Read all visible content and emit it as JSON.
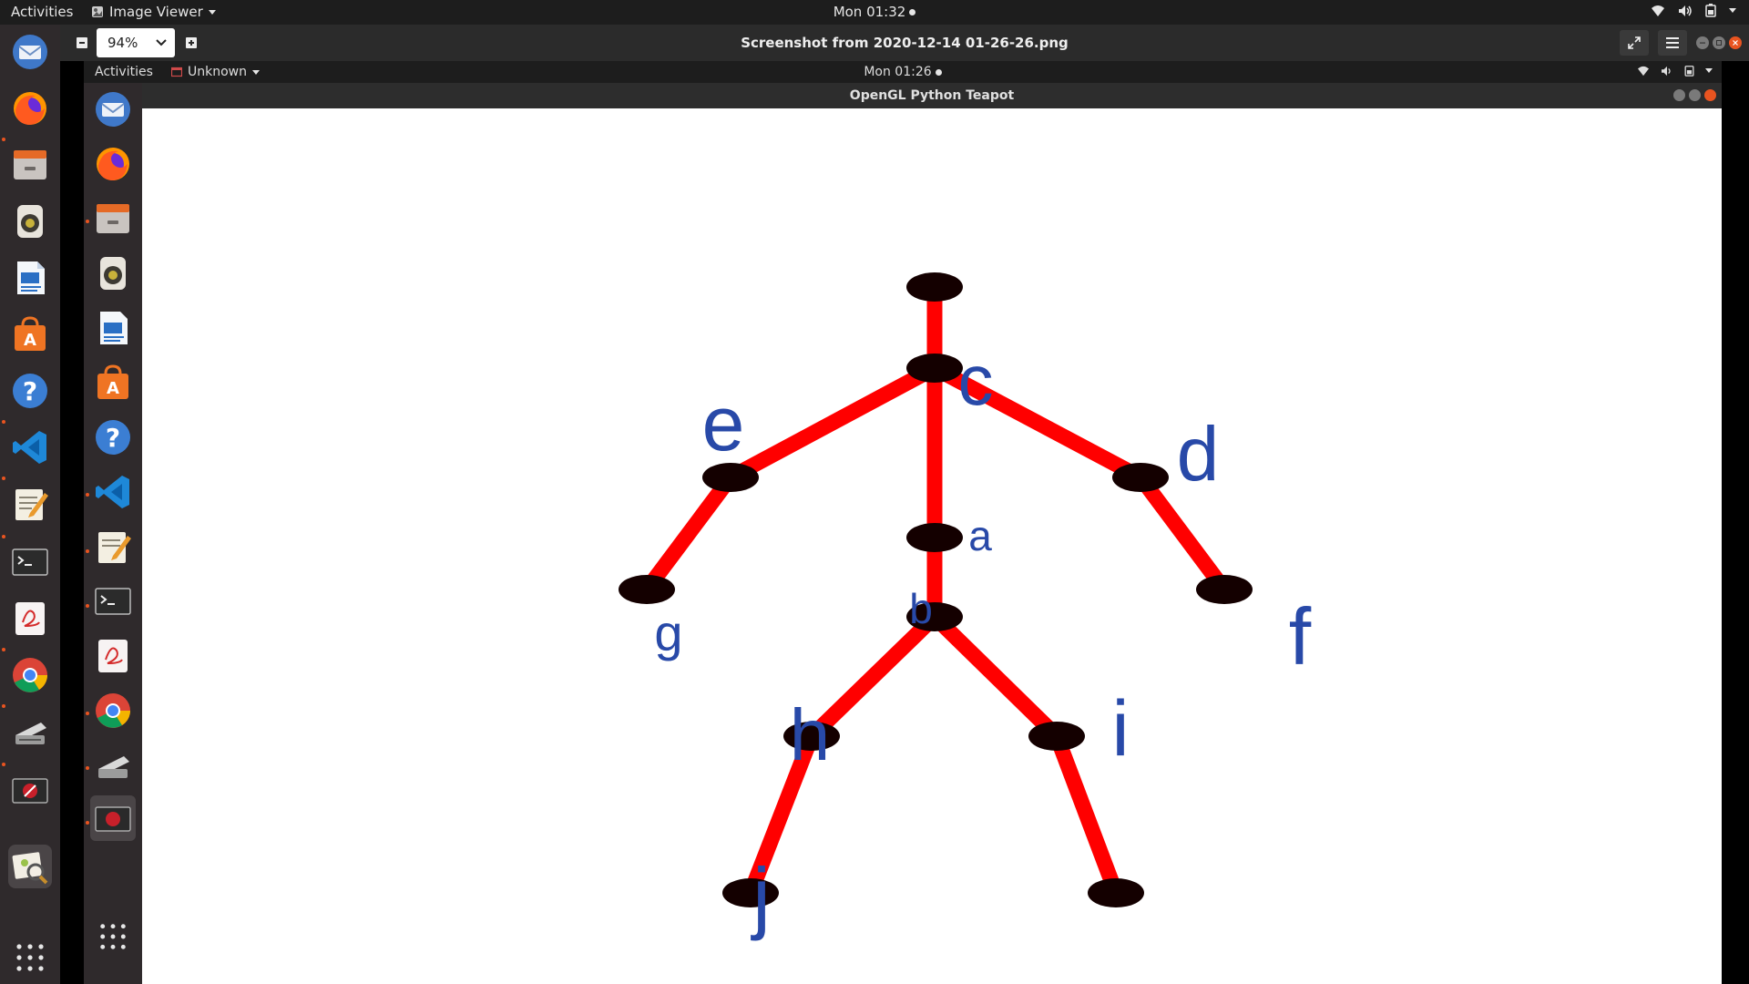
{
  "outer_topbar": {
    "activities": "Activities",
    "app_menu": "Image Viewer",
    "clock": "Mon 01:32"
  },
  "outer_dock": {
    "apps": [
      "thunderbird-icon",
      "firefox-icon",
      "files-icon",
      "rhythmbox-icon",
      "writer-icon",
      "software-icon",
      "help-icon",
      "vscode-icon",
      "text-editor-icon",
      "terminal-icon",
      "pdf-viewer-icon",
      "chrome-icon",
      "scanner-icon",
      "recorder-icon",
      "image-viewer-icon",
      "show-apps-icon"
    ]
  },
  "viewer": {
    "zoom": "94%",
    "title": "Screenshot from 2020-12-14 01-26-26.png"
  },
  "inner_topbar": {
    "activities": "Activities",
    "app_menu": "Unknown",
    "clock": "Mon 01:26"
  },
  "inner_window": {
    "title": "OpenGL Python Teapot"
  },
  "skeleton": {
    "labels": {
      "a": "a",
      "b": "b",
      "c": "c",
      "d": "d",
      "e": "e",
      "f": "f",
      "g": "g",
      "h": "h",
      "i": "i",
      "j": "j"
    },
    "colors": {
      "bone": "#ff0000",
      "joint": "#140000",
      "label": "#2849a8"
    }
  }
}
